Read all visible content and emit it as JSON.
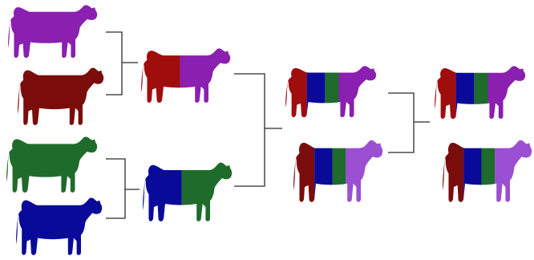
{
  "colors": {
    "purple": "#8a1fb0",
    "maroon": "#7a0c0c",
    "green": "#1f6b2c",
    "blue": "#0a0a9a",
    "red": "#a00d0d",
    "lilac": "#9b4fd1",
    "connector": "#2b2b2b"
  },
  "cows": [
    {
      "name": "cow-purple",
      "column": 1,
      "row": 1,
      "segments": [
        "purple"
      ],
      "facing": "right"
    },
    {
      "name": "cow-maroon",
      "column": 1,
      "row": 2,
      "segments": [
        "maroon"
      ],
      "facing": "right"
    },
    {
      "name": "cow-green",
      "column": 1,
      "row": 3,
      "segments": [
        "green"
      ],
      "facing": "right"
    },
    {
      "name": "cow-blue",
      "column": 1,
      "row": 4,
      "segments": [
        "blue"
      ],
      "facing": "right"
    },
    {
      "name": "cow-red-purple",
      "column": 2,
      "row": 1,
      "segments": [
        "red",
        "purple"
      ],
      "facing": "right"
    },
    {
      "name": "cow-blue-green",
      "column": 2,
      "row": 2,
      "segments": [
        "blue",
        "green"
      ],
      "facing": "right"
    },
    {
      "name": "cow-red-blue-green-purple-a",
      "column": 3,
      "row": 1,
      "segments": [
        "red",
        "blue",
        "green",
        "purple"
      ],
      "facing": "right"
    },
    {
      "name": "cow-maroon-blue-green-lilac-a",
      "column": 3,
      "row": 2,
      "segments": [
        "maroon",
        "blue",
        "green",
        "lilac"
      ],
      "facing": "right"
    },
    {
      "name": "cow-red-blue-green-purple-b",
      "column": 4,
      "row": 1,
      "segments": [
        "red",
        "blue",
        "green",
        "purple"
      ],
      "facing": "right"
    },
    {
      "name": "cow-maroon-blue-green-lilac-b",
      "column": 4,
      "row": 2,
      "segments": [
        "maroon",
        "blue",
        "green",
        "lilac"
      ],
      "facing": "right"
    }
  ],
  "connectors": [
    {
      "name": "bracket-purple-maroon",
      "from": [
        "cow-purple",
        "cow-maroon"
      ],
      "to": "cow-red-purple"
    },
    {
      "name": "bracket-green-blue",
      "from": [
        "cow-green",
        "cow-blue"
      ],
      "to": "cow-blue-green"
    },
    {
      "name": "bracket-column-2",
      "from": [
        "cow-red-purple",
        "cow-blue-green"
      ],
      "to": "cow-red-blue-green-purple-a"
    },
    {
      "name": "bracket-column-3",
      "from": [
        "cow-red-blue-green-purple-a",
        "cow-maroon-blue-green-lilac-a"
      ],
      "to": "cow-red-blue-green-purple-b"
    }
  ]
}
